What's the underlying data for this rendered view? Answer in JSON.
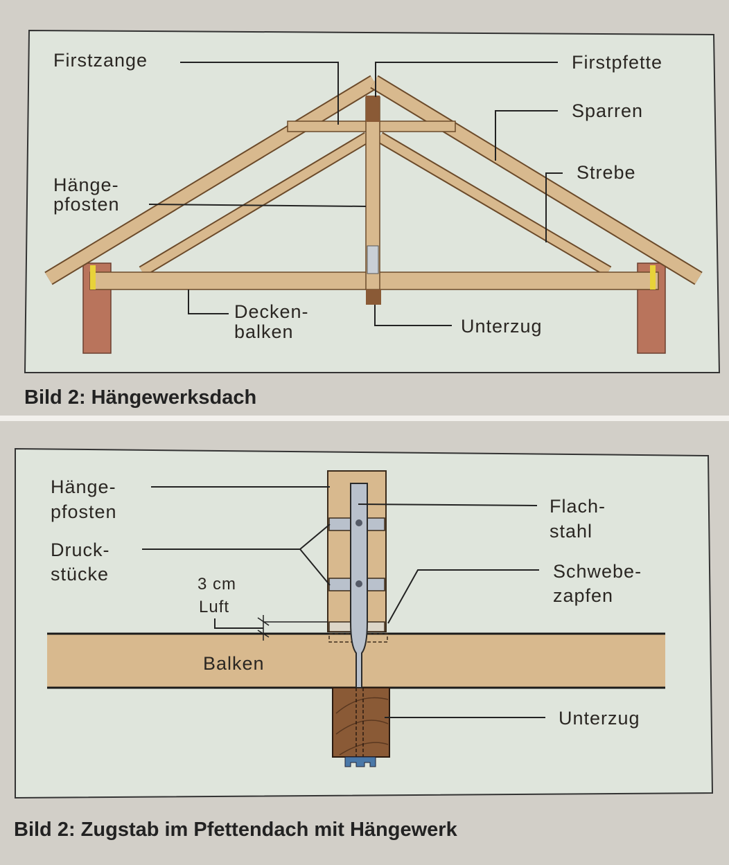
{
  "figure1": {
    "caption": "Bild 2:  Hängewerksdach",
    "labels": {
      "firstzange": "Firstzange",
      "firstpfette": "Firstpfette",
      "sparren": "Sparren",
      "strebe": "Strebe",
      "haengepfosten_1": "Hänge-",
      "haengepfosten_2": "pfosten",
      "deckenbalken_1": "Decken-",
      "deckenbalken_2": "balken",
      "unterzug": "Unterzug"
    }
  },
  "figure2": {
    "caption": "Bild 2:  Zugstab im Pfettendach mit Hängewerk",
    "labels": {
      "haengepfosten_1": "Hänge-",
      "haengepfosten_2": "pfosten",
      "druckstuecke_1": "Druck-",
      "druckstuecke_2": "stücke",
      "luft_1": "3 cm",
      "luft_2": "Luft",
      "flachstahl_1": "Flach-",
      "flachstahl_2": "stahl",
      "schwebezapfen_1": "Schwebe-",
      "schwebezapfen_2": "zapfen",
      "balken": "Balken",
      "unterzug": "Unterzug"
    }
  },
  "colors": {
    "wood": "#d8b98e",
    "wood_dark": "#8a5a36",
    "wall": "#b9745c",
    "steel": "#b9c1cc",
    "panel": "#dfe5dc"
  }
}
